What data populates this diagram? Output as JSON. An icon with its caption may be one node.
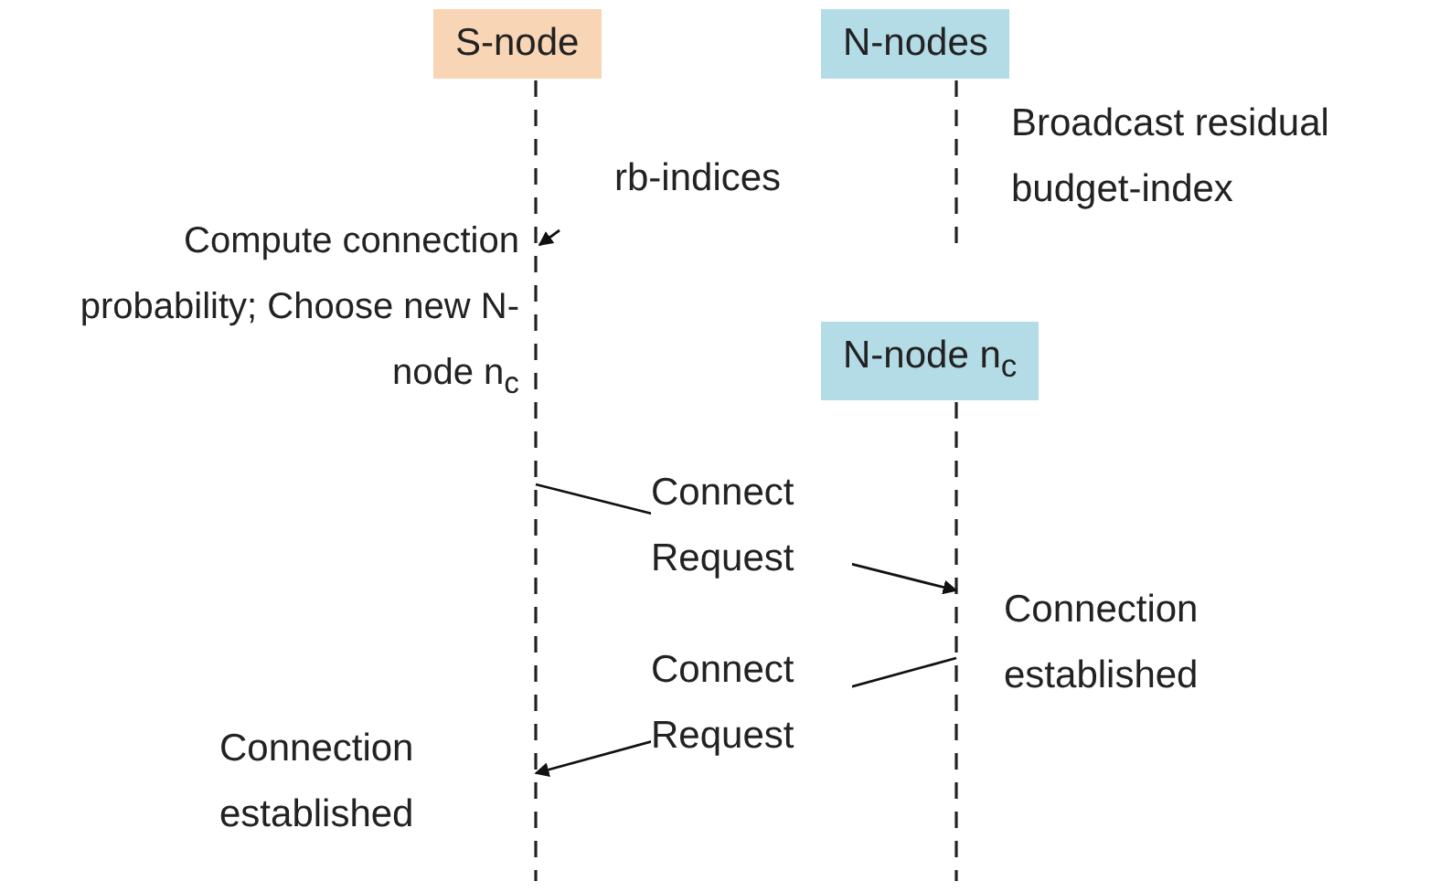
{
  "diagram": {
    "nodes": [
      {
        "text": [
          "S-node"
        ]
      },
      {
        "text": [
          "N-nodes"
        ]
      },
      {
        "text": [
          "N-node n$_{c}$"
        ]
      },
      {
        "text": [],
        "shape": "line"
      },
      {
        "text": [],
        "shape": "line"
      },
      {
        "text": [],
        "shape": "line"
      }
    ],
    "edges": [
      {
        "from": null,
        "to": 3,
        "arrow": "to",
        "label": "rb-indices"
      },
      {
        "from": 3,
        "to": 5,
        "arrow": "to",
        "label": "Connect Request"
      },
      {
        "from": 5,
        "to": 3,
        "arrow": "to",
        "label": "Connect Request"
      }
    ],
    "labels": [
      "Broadcast residual budget-index",
      "Compute connection probability; Choose new N-node n$_{c}$",
      "Connection established",
      "Connection established"
    ]
  }
}
